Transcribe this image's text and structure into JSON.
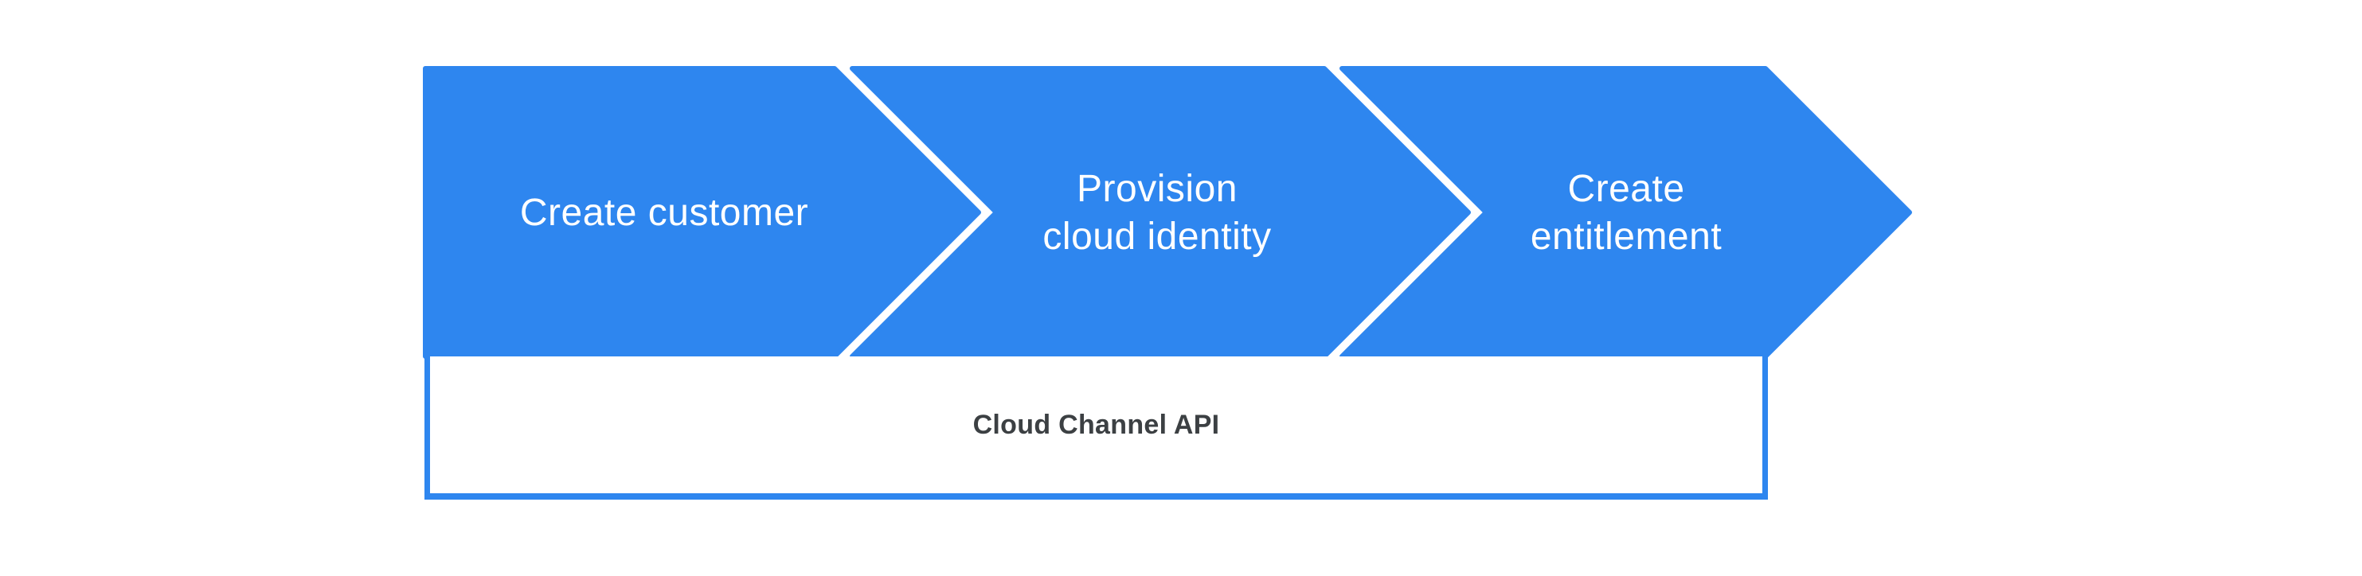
{
  "diagram": {
    "type": "process-flow",
    "steps": [
      {
        "label": "Create customer"
      },
      {
        "label": "Provision\ncloud identity"
      },
      {
        "label": "Create\nentitlement"
      }
    ],
    "api_box": {
      "label": "Cloud Channel API"
    },
    "colors": {
      "accent_blue": "#2e86ef",
      "step_text": "#ffffff",
      "api_label_text": "#3c4043",
      "background": "#ffffff"
    }
  }
}
